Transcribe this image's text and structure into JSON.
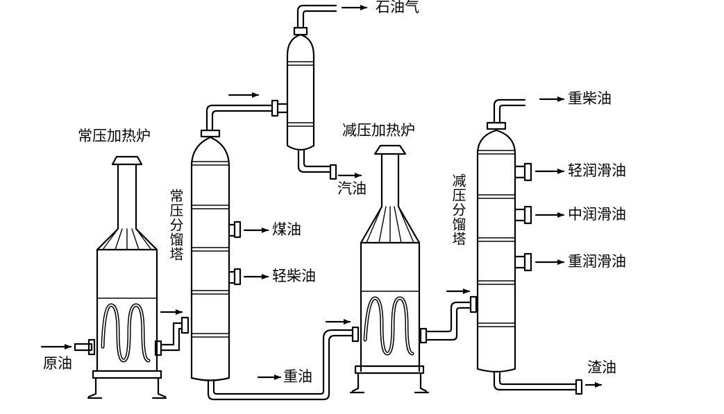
{
  "labels": {
    "atm_furnace": "常压加热炉",
    "atm_column": "常压分馏塔",
    "vac_furnace": "减压加热炉",
    "vac_column": "减压分馏塔",
    "crude_oil": "原油",
    "petroleum_gas": "石油气",
    "gasoline": "汽油",
    "kerosene": "煤油",
    "light_diesel": "轻柴油",
    "heavy_oil": "重油",
    "heavy_diesel": "重柴油",
    "light_lube": "轻润滑油",
    "medium_lube": "中润滑油",
    "heavy_lube": "重润滑油",
    "residue": "渣油"
  }
}
